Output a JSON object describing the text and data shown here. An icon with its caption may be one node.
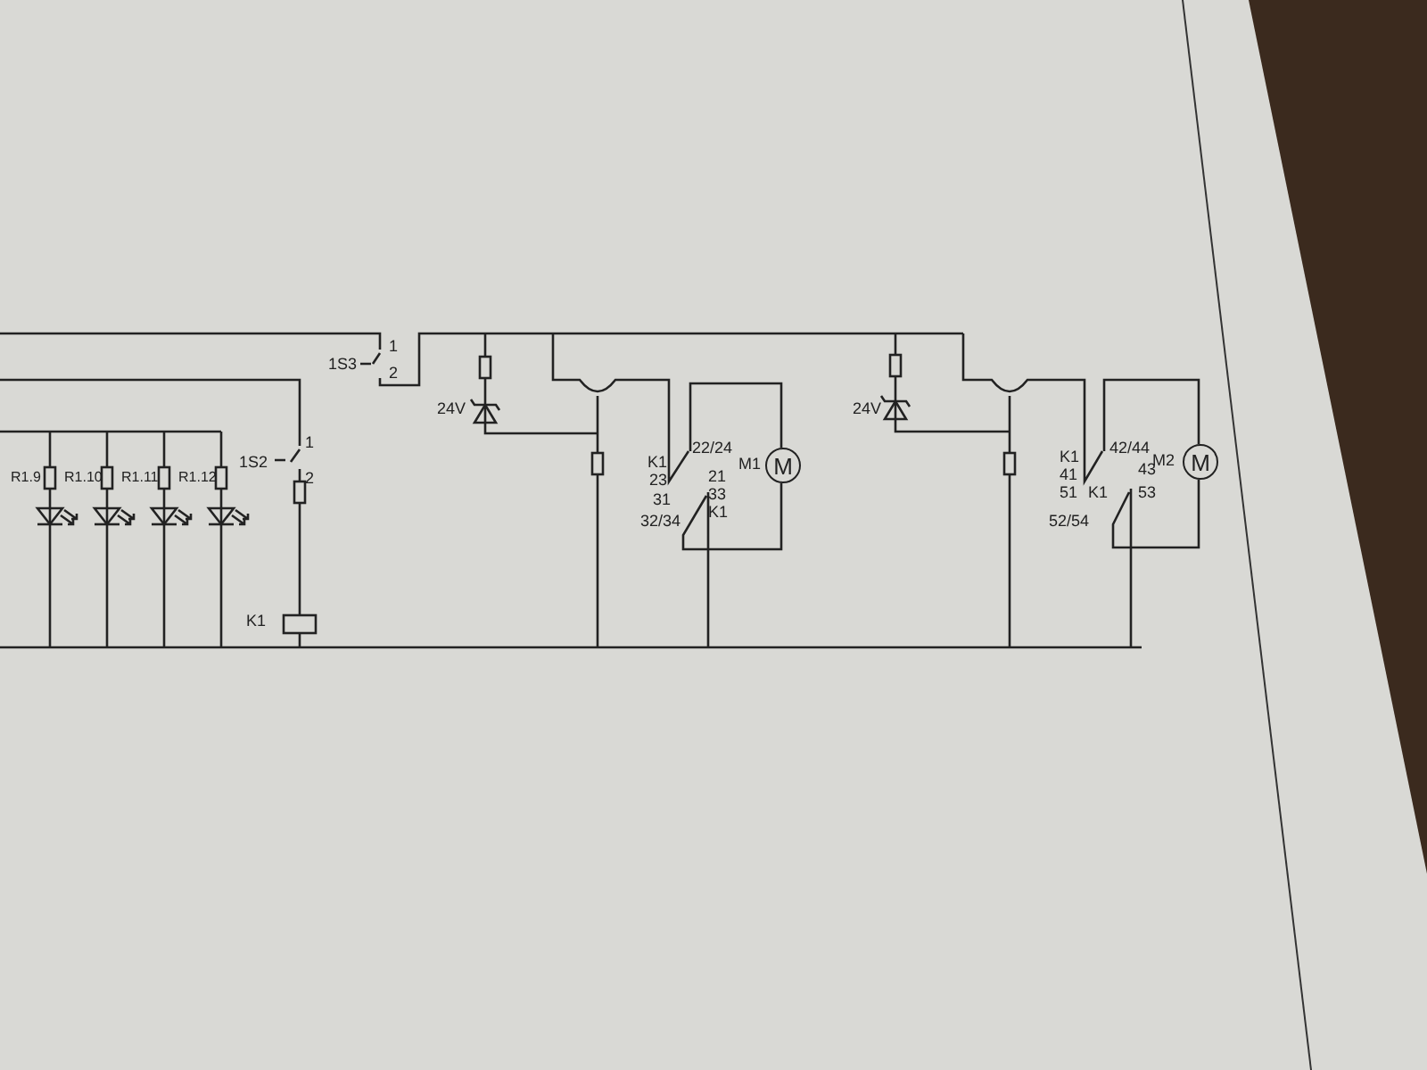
{
  "diagram": {
    "nodes": [
      {
        "text": [
          "M"
        ],
        "beside": [
          "M1"
        ]
      },
      {
        "text": [
          "M"
        ],
        "beside": [
          "M2"
        ]
      }
    ],
    "labels": [
      "R1.9",
      "R1.10",
      "R1.11",
      "R1.12",
      "1S3",
      "1",
      "2",
      "1S2",
      "1",
      "2",
      "K1",
      "24V",
      "K1",
      "22/24",
      "23",
      "21",
      "31",
      "33",
      "32/34",
      "K1",
      "24V",
      "K1",
      "42/44",
      "41",
      "43",
      "51",
      "K1",
      "53",
      "52/54"
    ]
  }
}
